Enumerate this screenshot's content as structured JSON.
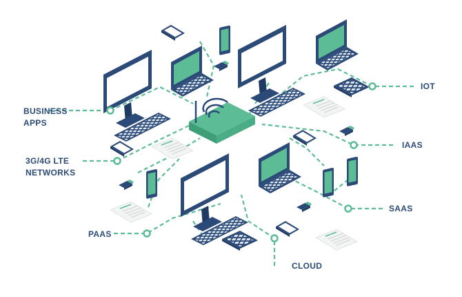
{
  "labels": {
    "business_apps": "BUSINESS\nAPPS",
    "lte_networks": "3G/4G LTE\nNETWORKS",
    "paas": "PAAS",
    "cloud": "CLOUD",
    "saas": "SAAS",
    "iaas": "IAAS",
    "iot": "IOT"
  },
  "colors": {
    "navy": "#2b4a78",
    "navy_dark": "#1f3a63",
    "green": "#5cbc96",
    "green_dark": "#3e9e78",
    "screen": "#ffffff",
    "paper": "#f3f5f4"
  },
  "icons": {
    "router": "wifi-router-icon",
    "monitor": "desktop-monitor-icon",
    "laptop": "laptop-icon",
    "phone": "smartphone-icon",
    "document": "document-icon",
    "usb": "usb-stick-icon",
    "calculator": "calculator-icon"
  }
}
